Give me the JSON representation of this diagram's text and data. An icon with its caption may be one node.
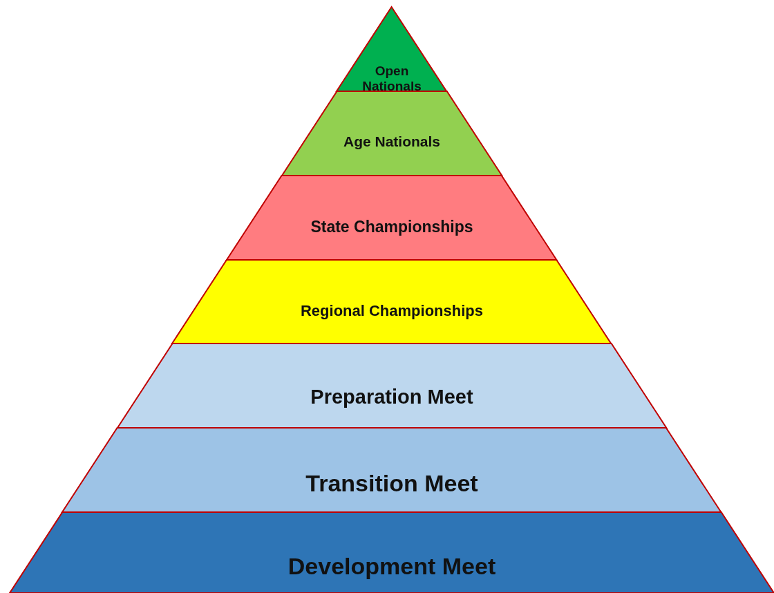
{
  "diagram": {
    "nodes": [
      {
        "text": [
          "Open Nationals"
        ]
      },
      {
        "text": [
          "Age Nationals"
        ]
      },
      {
        "text": [
          "State Championships"
        ]
      },
      {
        "text": [
          "Regional Championships"
        ]
      },
      {
        "text": [
          "Preparation Meet"
        ]
      },
      {
        "text": [
          "Transition Meet"
        ]
      },
      {
        "text": [
          "Development Meet"
        ]
      }
    ]
  }
}
